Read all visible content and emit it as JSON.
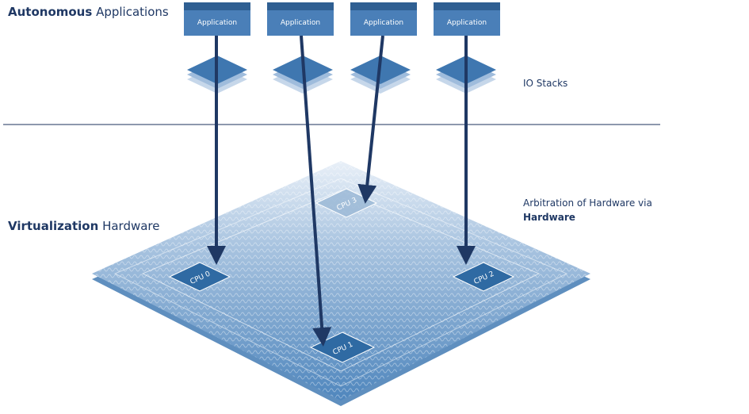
{
  "headings": {
    "top_bold": "Autonomous",
    "top_rest": " Applications",
    "bottom_bold": "Virtualization",
    "bottom_rest": " Hardware"
  },
  "applications": [
    {
      "label": "Application"
    },
    {
      "label": "Application"
    },
    {
      "label": "Application"
    },
    {
      "label": "Application"
    }
  ],
  "io_stacks_label": "IO Stacks",
  "arbitration": {
    "line1": "Arbitration of Hardware via",
    "line2": "Hardware"
  },
  "cpus": [
    {
      "label": "CPU 0"
    },
    {
      "label": "CPU 1"
    },
    {
      "label": "CPU 2"
    },
    {
      "label": "CPU 3"
    }
  ],
  "colors": {
    "app_fill": "#4a7fb8",
    "app_top": "#2f5f92",
    "arrow": "#1f3864",
    "divider": "#8d98ad",
    "chip": "#6b9bc9",
    "cpu": "#2f6aa3"
  }
}
